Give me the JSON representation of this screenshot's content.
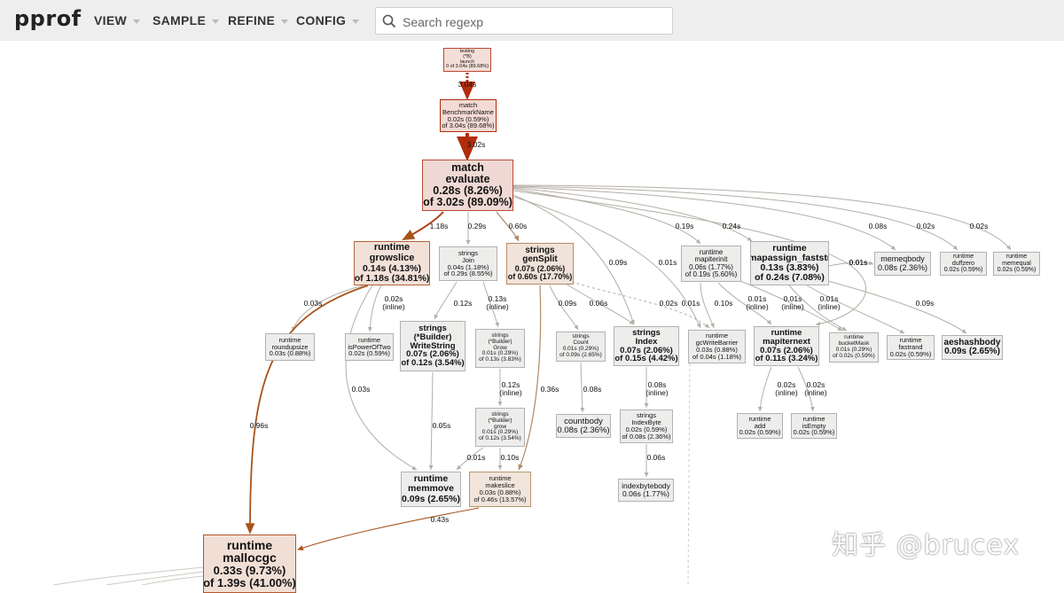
{
  "app": {
    "title": "pprof",
    "menus": [
      "VIEW",
      "SAMPLE",
      "REFINE",
      "CONFIG"
    ],
    "search_placeholder": "Search regexp"
  },
  "graph": {
    "nodes": [
      {
        "id": "launch",
        "lines": [
          "testing",
          "(*B)",
          "launch",
          "0 of 3.04s (89.68%)"
        ]
      },
      {
        "id": "bench",
        "lines": [
          "match",
          "BenchmarkName",
          "0.02s (0.59%)",
          "of 3.04s (89.68%)"
        ]
      },
      {
        "id": "evaluate",
        "lines": [
          "match",
          "evaluate",
          "0.28s (8.26%)",
          "of 3.02s (89.09%)"
        ]
      },
      {
        "id": "growslice",
        "lines": [
          "runtime",
          "growslice",
          "0.14s (4.13%)",
          "of 1.18s (34.81%)"
        ]
      },
      {
        "id": "join",
        "lines": [
          "strings",
          "Join",
          "0.04s (1.18%)",
          "of 0.29s (8.55%)"
        ]
      },
      {
        "id": "gensplit",
        "lines": [
          "strings",
          "genSplit",
          "0.07s (2.06%)",
          "of 0.60s (17.70%)"
        ]
      },
      {
        "id": "mapiterinit",
        "lines": [
          "runtime",
          "mapiterinit",
          "0.06s (1.77%)",
          "of 0.19s (5.60%)"
        ]
      },
      {
        "id": "mapassign",
        "lines": [
          "runtime",
          "mapassign_faststr",
          "0.13s (3.83%)",
          "of 0.24s (7.08%)"
        ]
      },
      {
        "id": "memeqbody",
        "lines": [
          "memeqbody",
          "0.08s (2.36%)"
        ]
      },
      {
        "id": "duffzero",
        "lines": [
          "runtime",
          "duffzero",
          "0.02s (0.59%)"
        ]
      },
      {
        "id": "memequal",
        "lines": [
          "runtime",
          "memequal",
          "0.02s (0.59%)"
        ]
      },
      {
        "id": "roundupsize",
        "lines": [
          "runtime",
          "roundupsize",
          "0.03s (0.88%)"
        ]
      },
      {
        "id": "ispoweroftwo",
        "lines": [
          "runtime",
          "isPowerOfTwo",
          "0.02s (0.59%)"
        ]
      },
      {
        "id": "writestring",
        "lines": [
          "strings",
          "(*Builder)",
          "WriteString",
          "0.07s (2.06%)",
          "of 0.12s (3.54%)"
        ]
      },
      {
        "id": "buildergrow2",
        "lines": [
          "strings",
          "(*Builder)",
          "Grow",
          "0.01s (0.29%)",
          "of 0.13s (3.83%)"
        ]
      },
      {
        "id": "count",
        "lines": [
          "strings",
          "Count",
          "0.01s (0.29%)",
          "of 0.09s (2.65%)"
        ]
      },
      {
        "id": "index",
        "lines": [
          "strings",
          "Index",
          "0.07s (2.06%)",
          "of 0.15s (4.42%)"
        ]
      },
      {
        "id": "gcwb",
        "lines": [
          "runtime",
          "gcWriteBarrier",
          "0.03s (0.88%)",
          "of 0.04s (1.18%)"
        ]
      },
      {
        "id": "mapiternext",
        "lines": [
          "runtime",
          "mapiternext",
          "0.07s (2.06%)",
          "of 0.11s (3.24%)"
        ]
      },
      {
        "id": "bucketmask",
        "lines": [
          "runtime",
          "bucketMask",
          "0.01s (0.29%)",
          "of 0.02s (0.59%)"
        ]
      },
      {
        "id": "fastrand",
        "lines": [
          "runtime",
          "fastrand",
          "0.02s (0.59%)"
        ]
      },
      {
        "id": "aeshash",
        "lines": [
          "aeshashbody",
          "0.09s (2.65%)"
        ]
      },
      {
        "id": "buildergrow",
        "lines": [
          "strings",
          "(*Builder)",
          "grow",
          "0.01s (0.29%)",
          "of 0.12s (3.54%)"
        ]
      },
      {
        "id": "countbody",
        "lines": [
          "countbody",
          "0.08s (2.36%)"
        ]
      },
      {
        "id": "indexbyte",
        "lines": [
          "strings",
          "IndexByte",
          "0.02s (0.59%)",
          "of 0.08s (2.36%)"
        ]
      },
      {
        "id": "add",
        "lines": [
          "runtime",
          "add",
          "0.02s (0.59%)"
        ]
      },
      {
        "id": "isempty",
        "lines": [
          "runtime",
          "isEmpty",
          "0.02s (0.59%)"
        ]
      },
      {
        "id": "memmove",
        "lines": [
          "runtime",
          "memmove",
          "0.09s (2.65%)"
        ]
      },
      {
        "id": "makeslice",
        "lines": [
          "runtime",
          "makeslice",
          "0.03s (0.88%)",
          "of 0.46s (13.57%)"
        ]
      },
      {
        "id": "indexbytebody",
        "lines": [
          "indexbytebody",
          "0.06s (1.77%)"
        ]
      },
      {
        "id": "mallocgc",
        "lines": [
          "runtime",
          "mallocgc",
          "0.33s (9.73%)",
          "of 1.39s (41.00%)"
        ]
      }
    ],
    "edges": [
      {
        "id": "e-launch-bench",
        "label": "3.04s"
      },
      {
        "id": "e-bench-eval",
        "label": "3.02s"
      },
      {
        "id": "e-eval-grow",
        "label": "1.18s"
      },
      {
        "id": "e-eval-join",
        "label": "0.29s"
      },
      {
        "id": "e-eval-gensplit",
        "label": "0.60s"
      },
      {
        "id": "e-eval-mapiterinit",
        "label": "0.19s"
      },
      {
        "id": "e-eval-mapassign",
        "label": "0.24s"
      },
      {
        "id": "e-eval-memeq",
        "label": "0.08s"
      },
      {
        "id": "e-eval-duff",
        "label": "0.02s"
      },
      {
        "id": "e-eval-memequal",
        "label": "0.02s"
      },
      {
        "id": "e-eval-index",
        "label": "0.09s"
      },
      {
        "id": "e-eval-gcwb",
        "label": "0.01s"
      },
      {
        "id": "e-eval-mapiternext",
        "label": "0.01s"
      },
      {
        "id": "e-grow-roundup",
        "label": "0.03s"
      },
      {
        "id": "e-grow-pow2",
        "label": "0.02s\n(inline)"
      },
      {
        "id": "e-grow-memmove",
        "label": "0.03s"
      },
      {
        "id": "e-grow-malloc",
        "label": "0.96s"
      },
      {
        "id": "e-join-writestring",
        "label": "0.12s"
      },
      {
        "id": "e-join-grow2",
        "label": "0.13s\n(inline)"
      },
      {
        "id": "e-gensplit-count",
        "label": "0.09s"
      },
      {
        "id": "e-gensplit-index",
        "label": "0.06s"
      },
      {
        "id": "e-gensplit-makeslice",
        "label": "0.36s"
      },
      {
        "id": "e-gensplit-gcwb",
        "label": "0.02s"
      },
      {
        "id": "e-mapiterinit-mapiternext",
        "label": "0.10s"
      },
      {
        "id": "e-mapiterinit-gcwb",
        "label": "0.01s"
      },
      {
        "id": "e-mapiterinit-bucket",
        "label": "0.01s\n(inline)"
      },
      {
        "id": "e-mapassign-bucket",
        "label": "0.01s\n(inline)"
      },
      {
        "id": "e-mapassign-fastrand",
        "label": "0.01s\n(inline)"
      },
      {
        "id": "e-mapassign-aes",
        "label": "0.09s"
      },
      {
        "id": "e-mapassign-memeq",
        "label": "0.01s"
      },
      {
        "id": "e-mapiternext-add",
        "label": "0.02s\n(inline)"
      },
      {
        "id": "e-mapiternext-isempty",
        "label": "0.02s\n(inline)"
      },
      {
        "id": "e-writestring-memmove",
        "label": "0.05s"
      },
      {
        "id": "e-grow2-grow",
        "label": "0.12s\n(inline)"
      },
      {
        "id": "e-grow-memmove2",
        "label": "0.01s"
      },
      {
        "id": "e-grow-makeslice",
        "label": "0.10s"
      },
      {
        "id": "e-count-countbody",
        "label": "0.08s"
      },
      {
        "id": "e-index-indexbyte",
        "label": "0.08s\n(inline)"
      },
      {
        "id": "e-indexbyte-body",
        "label": "0.06s"
      },
      {
        "id": "e-makeslice-malloc",
        "label": "0.43s"
      }
    ]
  },
  "watermark": "知乎 @brucex",
  "colors": {
    "hot_edge": "#b12c0b",
    "warm_edge": "#a8531c",
    "cold_edge": "#b4aea6"
  }
}
